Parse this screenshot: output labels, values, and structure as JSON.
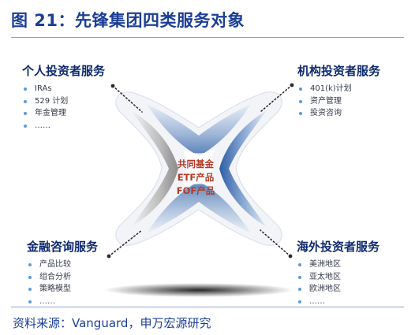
{
  "header": {
    "title": "图 21：先锋集团四类服务对象"
  },
  "quadrants": {
    "top_left": {
      "title": "个人投资者服务",
      "items": [
        "IRAs",
        "529 计划",
        "年金管理",
        "……"
      ]
    },
    "top_right": {
      "title": "机构投资者服务",
      "items": [
        "401(k)计划",
        "资产管理",
        "投资咨询"
      ]
    },
    "bottom_left": {
      "title": "金融咨询服务",
      "items": [
        "产品比较",
        "组合分析",
        "策略模型",
        "……"
      ]
    },
    "bottom_right": {
      "title": "海外投资者服务",
      "items": [
        "美洲地区",
        "亚太地区",
        "欧洲地区",
        "……"
      ]
    }
  },
  "center": {
    "lines": [
      "共同基金",
      "ETF产品",
      "FOF产品"
    ]
  },
  "footer": {
    "source": "资料来源：Vanguard，申万宏源研究"
  },
  "colors": {
    "title_blue": "#1c3f95",
    "accent_red": "#b43a26",
    "bullet_blue": "#5b9bd5"
  }
}
